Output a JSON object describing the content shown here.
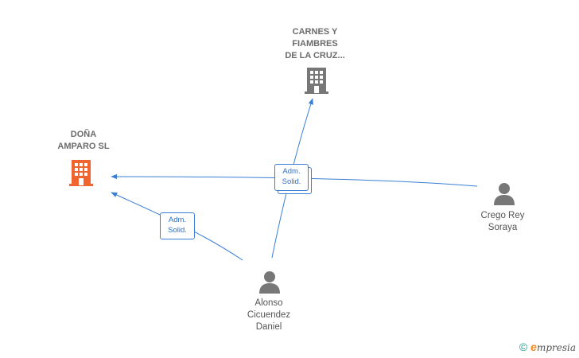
{
  "nodes": {
    "company_1": {
      "line1": "DOÑA",
      "line2": "AMPARO  SL",
      "color": "#f0642f"
    },
    "company_2": {
      "line1": "CARNES Y",
      "line2": "FIAMBRES",
      "line3": "DE LA CRUZ...",
      "color": "#777777"
    },
    "person_1": {
      "line1": "Crego Rey",
      "line2": "Soraya",
      "color": "#777777"
    },
    "person_2": {
      "line1": "Alonso",
      "line2": "Cicuendez",
      "line3": "Daniel",
      "color": "#777777"
    }
  },
  "relations": {
    "rel_1": {
      "line1": "Adm.",
      "line2": "Solid."
    },
    "rel_2": {
      "line1": "Adm.",
      "line2": "Solid."
    }
  },
  "edge_color": "#3a7fd5",
  "footer": {
    "copyright": "©",
    "brand_e": "e",
    "brand_rest": "mpresia"
  }
}
